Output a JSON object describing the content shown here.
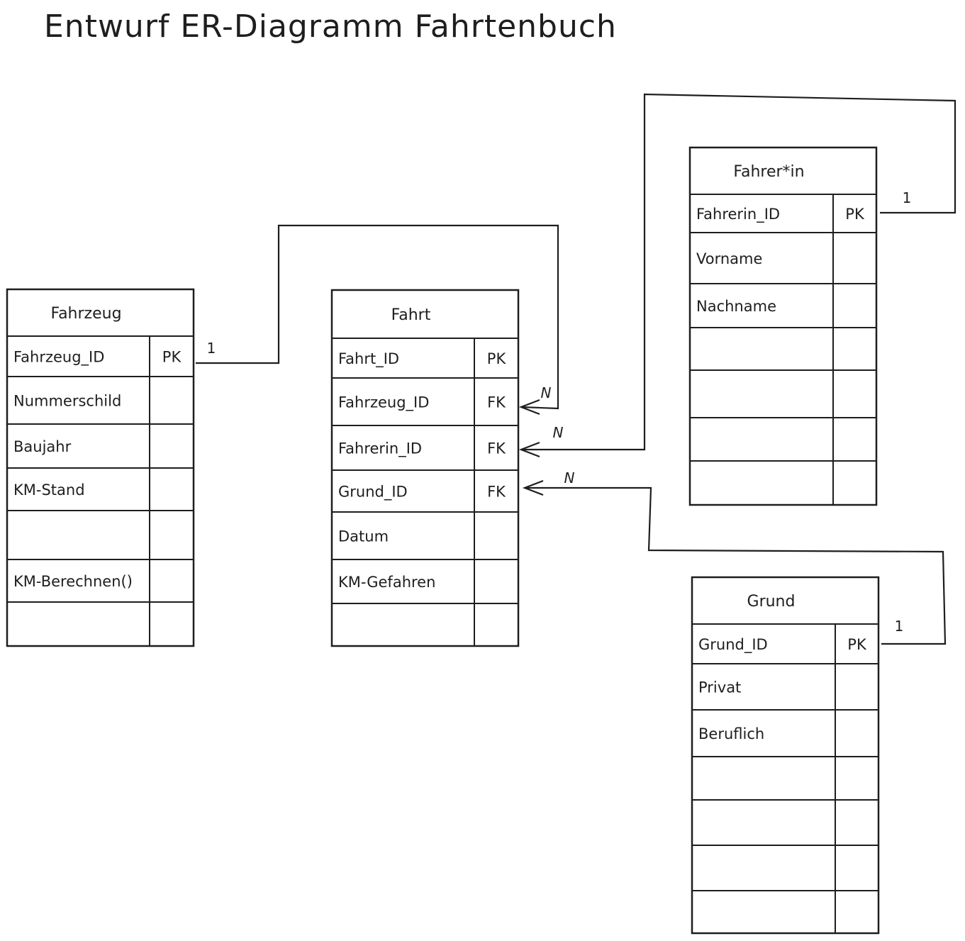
{
  "title": "Entwurf ER-Diagramm Fahrtenbuch",
  "colors": {
    "ink": "#1e1e1e",
    "background": "#ffffff"
  },
  "entities": [
    {
      "id": "fahrzeug",
      "name": "Fahrzeug",
      "rows": [
        {
          "field": "Fahrzeug_ID",
          "key": "PK"
        },
        {
          "field": "Nummerschild",
          "key": ""
        },
        {
          "field": "Baujahr",
          "key": ""
        },
        {
          "field": "KM-Stand",
          "key": ""
        },
        {
          "field": "",
          "key": ""
        },
        {
          "field": "KM-Berechnen()",
          "key": ""
        },
        {
          "field": "",
          "key": ""
        }
      ]
    },
    {
      "id": "fahrt",
      "name": "Fahrt",
      "rows": [
        {
          "field": "Fahrt_ID",
          "key": "PK"
        },
        {
          "field": "Fahrzeug_ID",
          "key": "FK"
        },
        {
          "field": "Fahrerin_ID",
          "key": "FK"
        },
        {
          "field": "Grund_ID",
          "key": "FK"
        },
        {
          "field": "Datum",
          "key": ""
        },
        {
          "field": "KM-Gefahren",
          "key": ""
        },
        {
          "field": "",
          "key": ""
        }
      ]
    },
    {
      "id": "fahrerin",
      "name": "Fahrer*in",
      "rows": [
        {
          "field": "Fahrerin_ID",
          "key": "PK"
        },
        {
          "field": "Vorname",
          "key": ""
        },
        {
          "field": "Nachname",
          "key": ""
        },
        {
          "field": "",
          "key": ""
        },
        {
          "field": "",
          "key": ""
        },
        {
          "field": "",
          "key": ""
        },
        {
          "field": "",
          "key": ""
        }
      ]
    },
    {
      "id": "grund",
      "name": "Grund",
      "rows": [
        {
          "field": "Grund_ID",
          "key": "PK"
        },
        {
          "field": "Privat",
          "key": ""
        },
        {
          "field": "Beruflich",
          "key": ""
        },
        {
          "field": "",
          "key": ""
        },
        {
          "field": "",
          "key": ""
        },
        {
          "field": "",
          "key": ""
        },
        {
          "field": "",
          "key": ""
        }
      ]
    }
  ],
  "relationships": [
    {
      "from": "fahrzeug",
      "to": "fahrt",
      "from_cardinality": "1",
      "to_cardinality": "N"
    },
    {
      "from": "fahrerin",
      "to": "fahrt",
      "from_cardinality": "1",
      "to_cardinality": "N"
    },
    {
      "from": "grund",
      "to": "fahrt",
      "from_cardinality": "1",
      "to_cardinality": "N"
    }
  ]
}
